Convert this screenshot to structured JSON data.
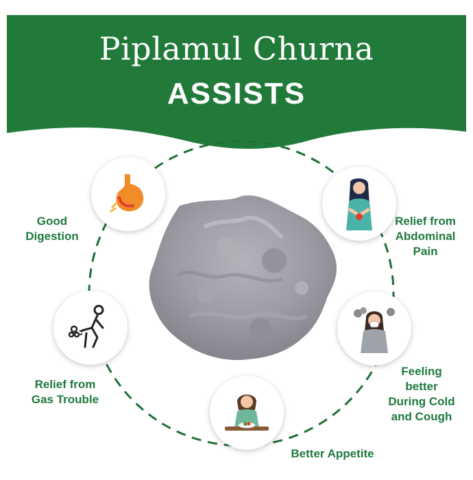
{
  "title": {
    "line1": "Piplamul Churna",
    "line2": "ASSISTS"
  },
  "benefits": {
    "digestion": "Good\nDigestion",
    "abdominal": "Relief from\nAbdominal\nPain",
    "gas": "Relief from\nGas Trouble",
    "cold": "Feeling\nbetter\nDuring Cold\nand Cough",
    "appetite": "Better Appetite"
  },
  "colors": {
    "brand_green": "#1f7a3d",
    "banner_green": "#217a3a",
    "powder_gray": "#9a9aa2"
  },
  "icons": [
    "stomach-icon",
    "abdominal-pain-woman-icon",
    "gas-trouble-person-icon",
    "cold-cough-woman-icon",
    "appetite-woman-eating-icon"
  ]
}
